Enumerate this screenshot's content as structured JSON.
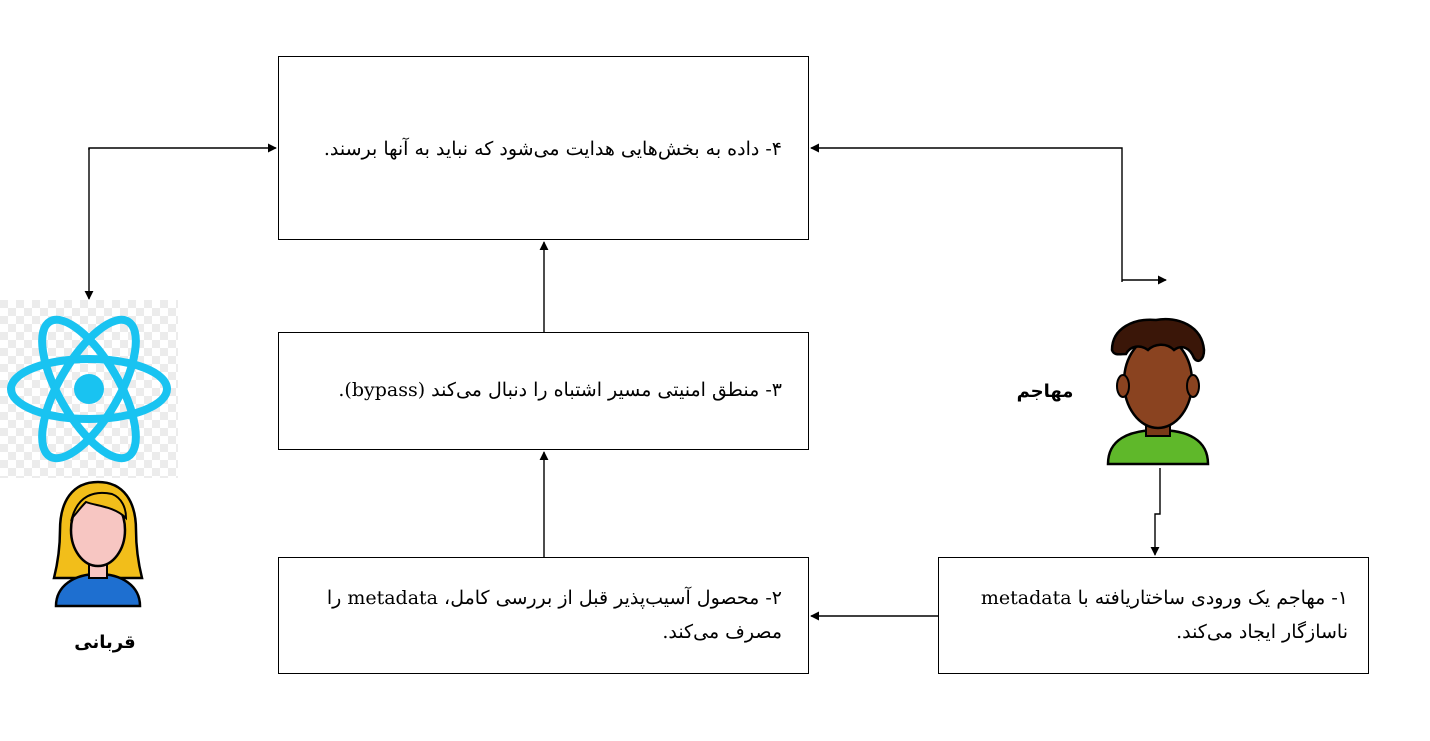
{
  "steps": [
    {
      "id": 1,
      "text": "۱- مهاجم یک ورودی ساختاریافته با metadata ناسازگار ایجاد می‌کند."
    },
    {
      "id": 2,
      "text": "۲- محصول آسیب‌پذیر قبل از بررسی کامل، metadata را مصرف می‌کند."
    },
    {
      "id": 3,
      "text": "۳-  منطق امنیتی مسیر اشتباه را دنبال می‌کند (bypass)."
    },
    {
      "id": 4,
      "text": "۴- داده به بخش‌هایی هدایت می‌شود که نباید به آنها برسند."
    }
  ],
  "actors": {
    "attacker": {
      "label": "مهاجم",
      "icon": "attacker-avatar-icon"
    },
    "victim": {
      "label": "قربانی",
      "icon": "victim-avatar-icon"
    }
  },
  "logo": {
    "icon": "react-logo-icon",
    "color": "#19c3f1"
  },
  "colors": {
    "line": "#000000",
    "react_blue": "#19c3f1",
    "victim_hair": "#f2be1a",
    "victim_skin": "#f7c6c2",
    "victim_shirt": "#1e6fd0",
    "attacker_hair": "#3a1608",
    "attacker_skin": "#8a4320",
    "attacker_shirt": "#5fb82a"
  }
}
